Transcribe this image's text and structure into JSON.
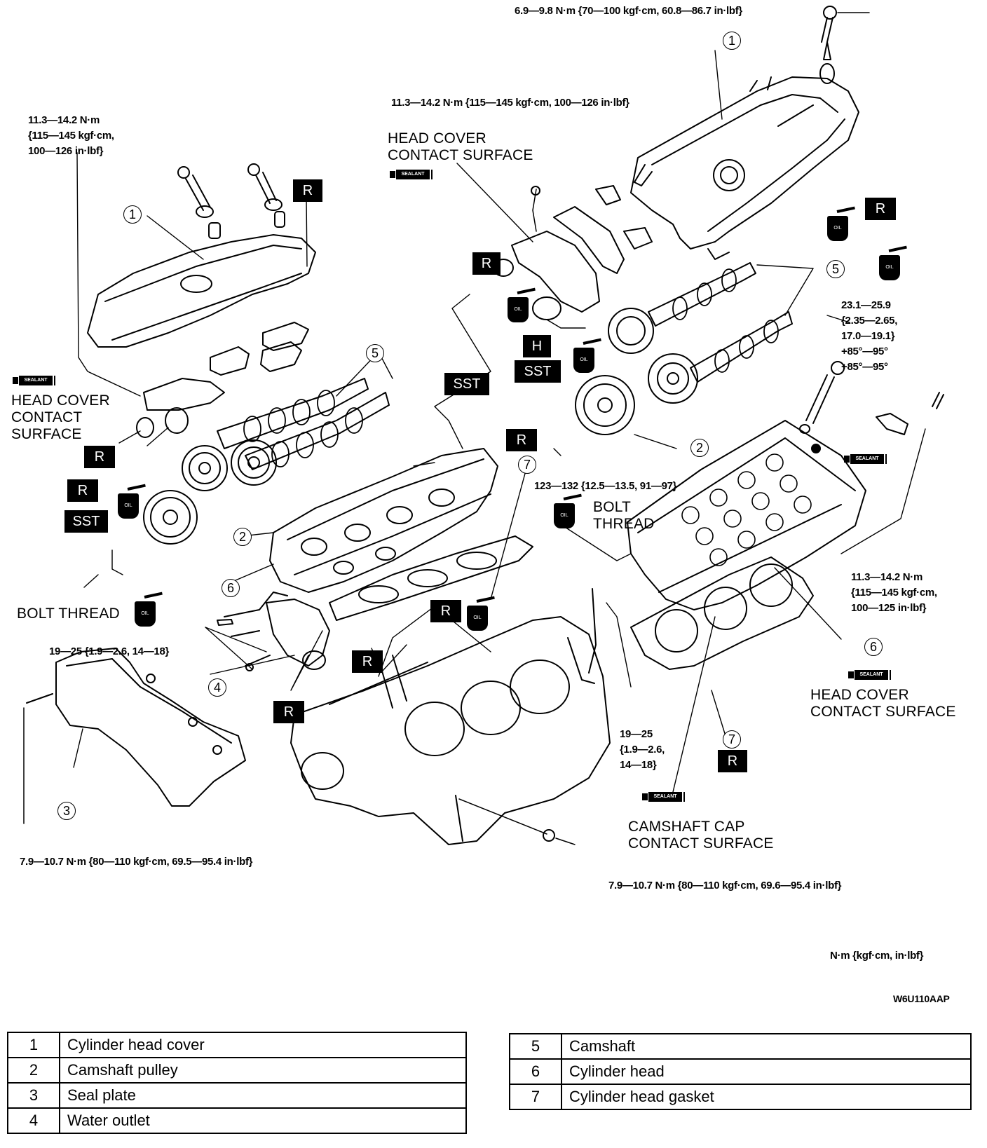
{
  "torque": {
    "top_bolt": "6.9—9.8 N·m {70—100 kgf·cm, 60.8—86.7 in·lbf}",
    "head_cover_left_l1": "11.3—14.2 N·m",
    "head_cover_left_l2": "{115—145 kgf·cm,",
    "head_cover_left_l3": "100—126 in·lbf}",
    "head_cover_center": "11.3—14.2 N·m {115—145 kgf·cm, 100—126 in·lbf}",
    "cam_cap_l1": "23.1—25.9",
    "cam_cap_l2": "{2.35—2.65,",
    "cam_cap_l3": "17.0—19.1}",
    "cam_cap_l4": "+85°—95°",
    "cam_cap_l5": "+85°—95°",
    "head_bolt": "123—132 {12.5—13.5, 91—97}",
    "right_side_l1": "11.3—14.2 N·m",
    "right_side_l2": "{115—145 kgf·cm,",
    "right_side_l3": "100—125 in·lbf}",
    "water_outlet": "19—25 {1.9—2.6, 14—18}",
    "lower_mid_l1": "19—25",
    "lower_mid_l2": "{1.9—2.6,",
    "lower_mid_l3": "14—18}",
    "seal_plate": "7.9—10.7 N·m {80—110 kgf·cm, 69.5—95.4 in·lbf}",
    "bottom_right": "7.9—10.7 N·m {80—110 kgf·cm, 69.6—95.4 in·lbf}"
  },
  "notes": {
    "head_cover_contact_l1": "HEAD COVER",
    "head_cover_contact_l2": "CONTACT SURFACE",
    "left_contact_l1": "HEAD COVER",
    "left_contact_l2": "CONTACT",
    "left_contact_l3": "SURFACE",
    "bolt_thread_right_l1": "BOLT",
    "bolt_thread_right_l2": "THREAD",
    "bolt_thread_left": "BOLT THREAD",
    "right_contact_l1": "HEAD COVER",
    "right_contact_l2": "CONTACT SURFACE",
    "camshaft_cap_l1": "CAMSHAFT CAP",
    "camshaft_cap_l2": "CONTACT SURFACE"
  },
  "tags": {
    "replace": "R",
    "sst": "SST",
    "h": "H"
  },
  "icons": {
    "sealant_text": "SEALANT",
    "oil_text": "OIL"
  },
  "callout_numbers": {
    "n1": "1",
    "n2": "2",
    "n3": "3",
    "n4": "4",
    "n5": "5",
    "n6": "6",
    "n7": "7"
  },
  "units_note": "N·m {kgf·cm, in·lbf}",
  "figure_code": "W6U110AAP",
  "legend_left": [
    {
      "num": "1",
      "label": "Cylinder head cover"
    },
    {
      "num": "2",
      "label": "Camshaft pulley"
    },
    {
      "num": "3",
      "label": "Seal plate"
    },
    {
      "num": "4",
      "label": "Water outlet"
    }
  ],
  "legend_right": [
    {
      "num": "5",
      "label": "Camshaft"
    },
    {
      "num": "6",
      "label": "Cylinder head"
    },
    {
      "num": "7",
      "label": "Cylinder head gasket"
    }
  ]
}
